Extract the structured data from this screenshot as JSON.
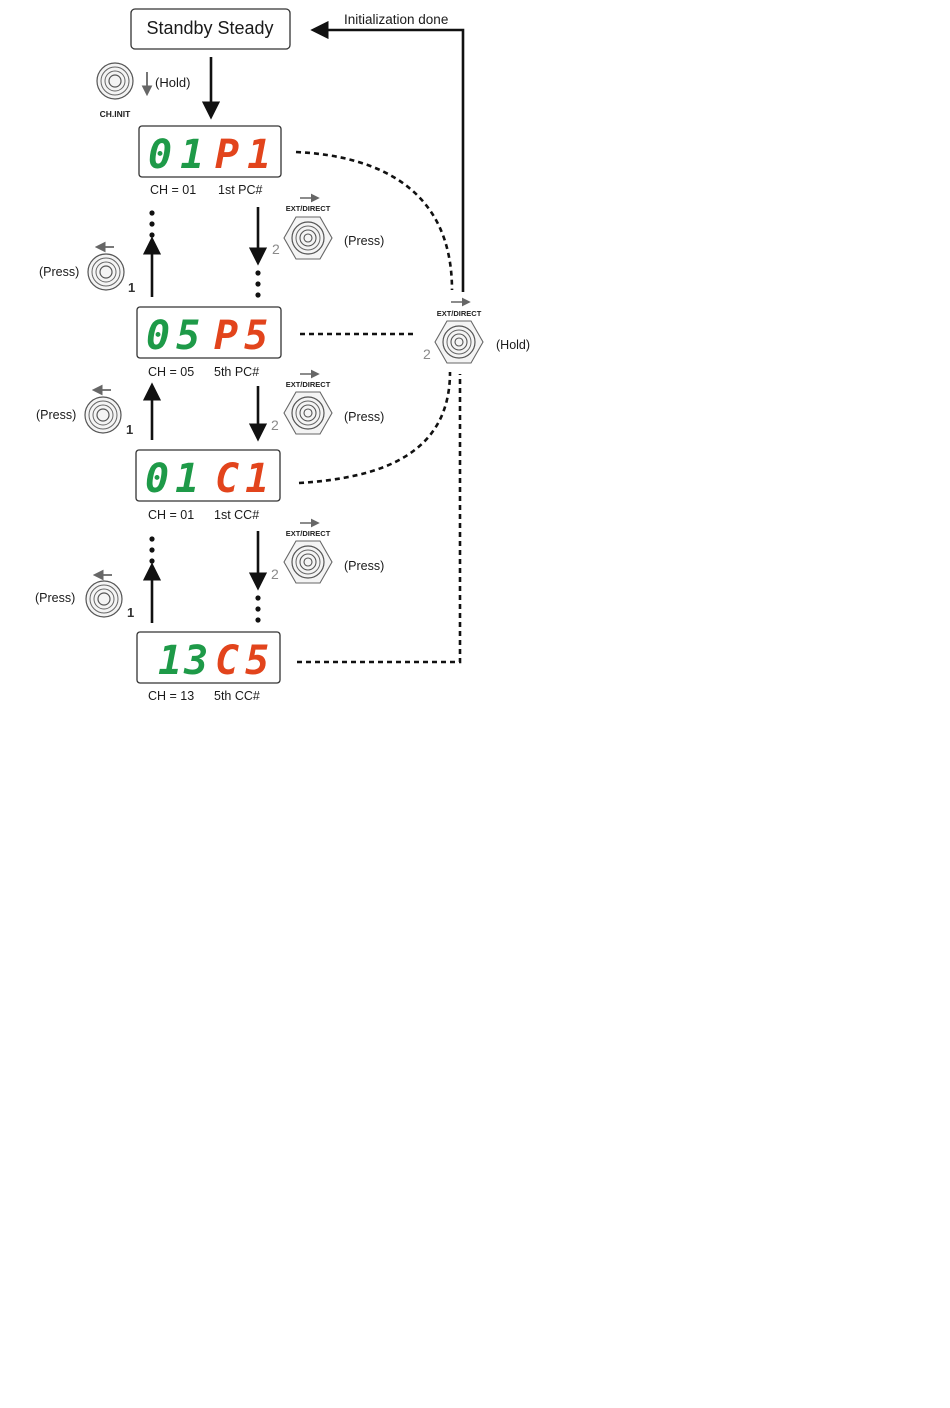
{
  "standby": {
    "label": "Standby Steady"
  },
  "init_done": {
    "label": "Initialization done"
  },
  "ch_init": {
    "label": "CH.INIT",
    "action": "(Hold)"
  },
  "ext_direct": {
    "label": "EXT/DIRECT",
    "action_press": "(Press)",
    "action_hold": "(Hold)"
  },
  "left_button": {
    "action": "(Press)"
  },
  "step_numbers": {
    "one": "1",
    "two": "2"
  },
  "colors": {
    "channel_digits": "#1e9a48",
    "mode_digits": "#e2441c",
    "line": "#111111"
  },
  "displays": [
    {
      "channel": "01",
      "mode": "P1",
      "channel_caption": "CH = 01",
      "mode_caption": "1st PC#"
    },
    {
      "channel": "05",
      "mode": "P5",
      "channel_caption": "CH = 05",
      "mode_caption": "5th PC#"
    },
    {
      "channel": "01",
      "mode": "C1",
      "channel_caption": "CH = 01",
      "mode_caption": "1st CC#"
    },
    {
      "channel": "13",
      "mode": "C5",
      "channel_caption": "CH = 13",
      "mode_caption": "5th CC#"
    }
  ]
}
